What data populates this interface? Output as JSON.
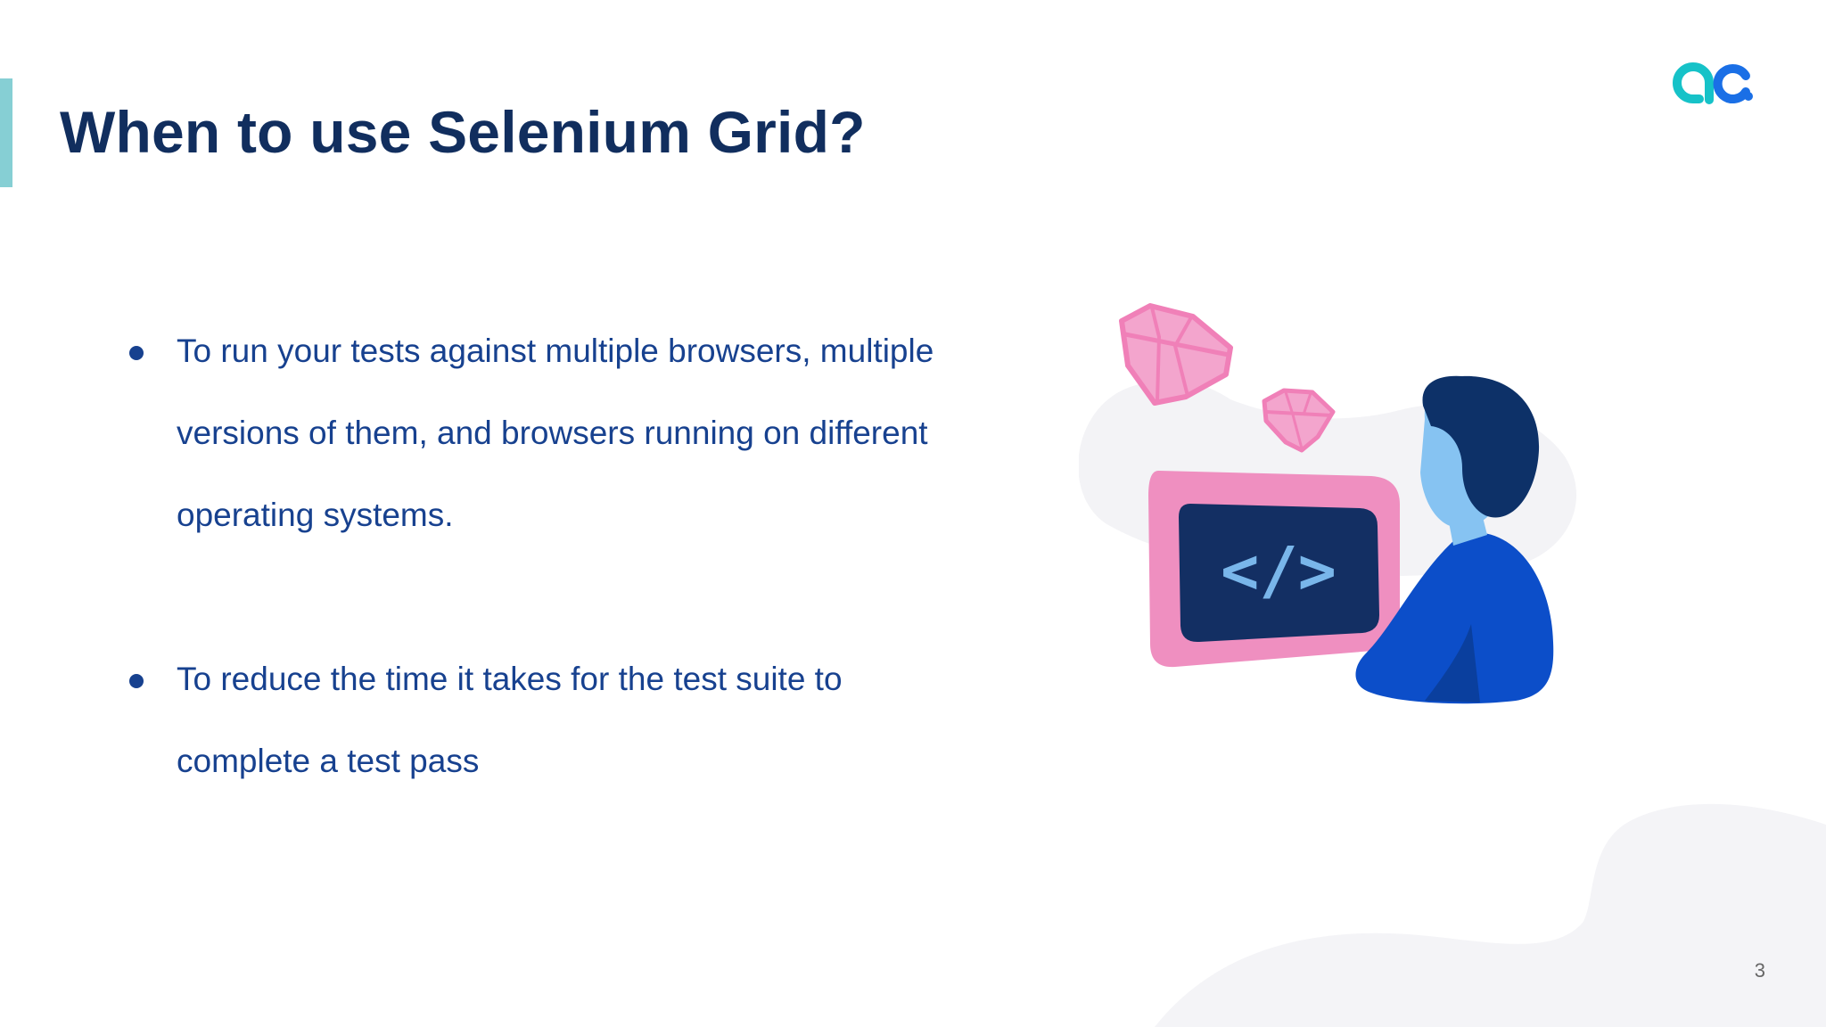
{
  "slide": {
    "title": "When to use Selenium Grid?",
    "bullets": [
      {
        "lines": [
          "To run your tests against multiple browsers, multiple",
          "versions of them, and browsers running on different",
          "operating systems."
        ]
      },
      {
        "lines": [
          "To reduce the time it takes for the test suite to",
          "complete a test pass"
        ]
      }
    ],
    "page_number": "3",
    "code_glyph": "</>"
  },
  "logo": {
    "icon": "ac-brand-logo"
  },
  "illustration": {
    "icon": "developer-at-monitor-illustration"
  },
  "colors": {
    "title": "#112e5e",
    "body_text": "#17418f",
    "accent_bar": "#86cfd4",
    "logo_teal": "#16c2c8",
    "logo_blue": "#1a6fe6",
    "gem_pink": "#f3a5cd",
    "monitor_frame": "#ef8fc0",
    "monitor_screen": "#132f63",
    "code_glyph": "#79b6ea",
    "shirt": "#0c4ec9",
    "hair": "#0d3168",
    "skin": "#86c3f2",
    "backdrop": "#f3f3f6"
  }
}
